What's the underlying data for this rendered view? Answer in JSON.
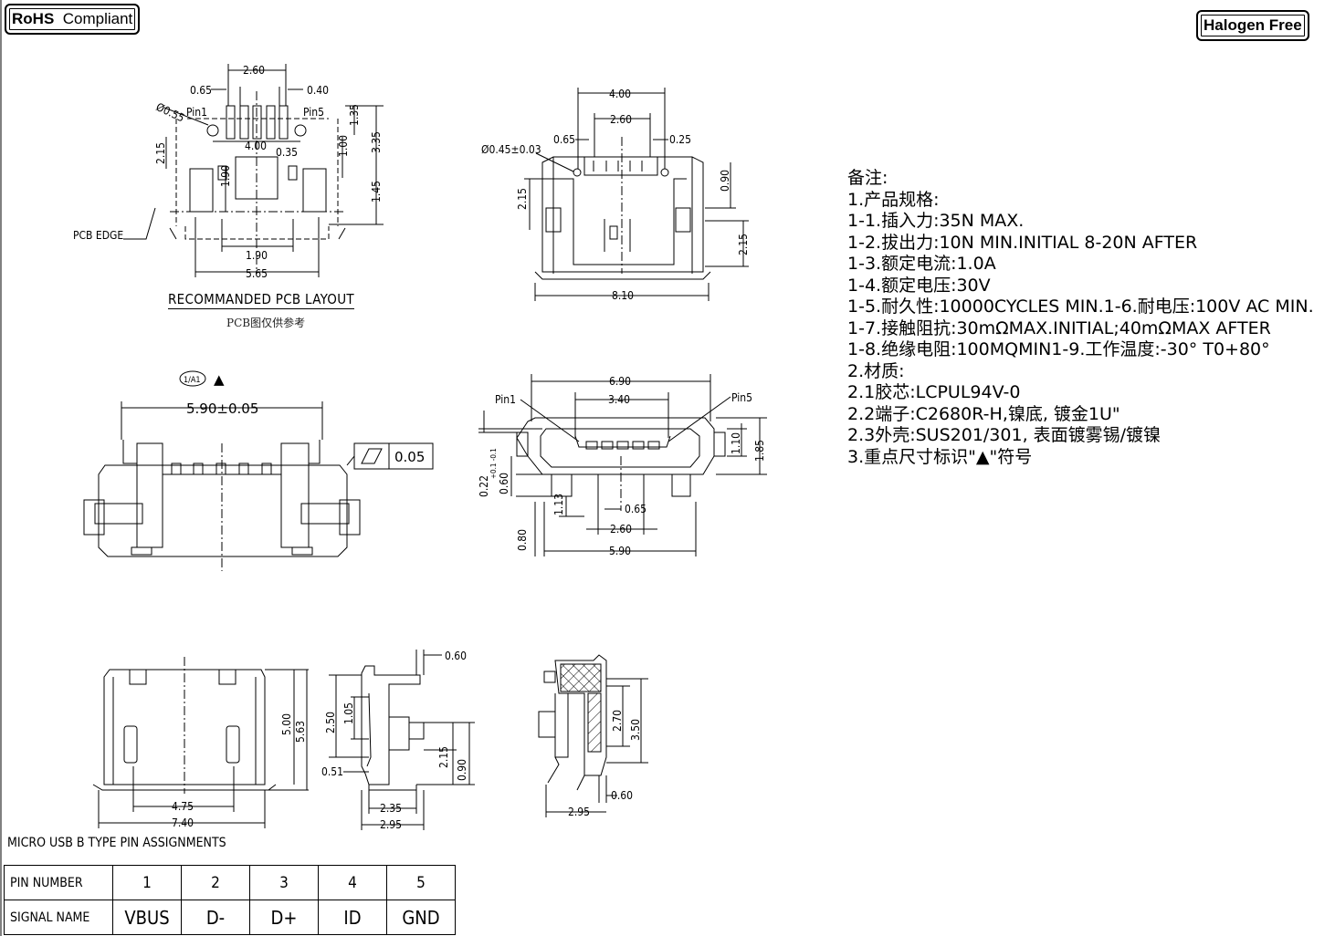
{
  "badges": {
    "rohs_bold": "RoHS",
    "rohs_light": "Compliant",
    "halogen": "Halogen Free"
  },
  "pcb_layout": {
    "title": "RECOMMANDED PCB LAYOUT",
    "subtitle": "PCB图仅供参考",
    "pcb_edge": "PCB EDGE",
    "pin1": "Pin1",
    "pin5": "Pin5",
    "dims": {
      "d260": "2.60",
      "d065": "0.65",
      "d040": "0.40",
      "d055": "Ø0.55",
      "d400": "4.00",
      "d035": "0.35",
      "d135": "1.35",
      "d335": "3.35",
      "d100": "1.00",
      "d215": "2.15",
      "d190a": "1.90",
      "d145": "1.45",
      "d190b": "1.90",
      "d565": "5.65"
    }
  },
  "front_view": {
    "dims": {
      "d400": "4.00",
      "d260": "2.60",
      "d065": "0.65",
      "d025": "0.25",
      "d045": "Ø0.45±0.03",
      "d215a": "2.15",
      "d090": "0.90",
      "d215b": "2.15",
      "d810": "8.10"
    }
  },
  "flatness": {
    "rev": "1/A1",
    "symbol": "▲",
    "width": "5.90±0.05",
    "tolerance": "0.05"
  },
  "mating_face": {
    "pin1": "Pin1",
    "pin5": "Pin5",
    "dims": {
      "d690": "6.90",
      "d340": "3.40",
      "d110": "1.10",
      "d185": "1.85",
      "d022": "0.22",
      "d022tol": "+0.1 -0.1",
      "d060": "0.60",
      "d113": "1.13",
      "d065": "0.65",
      "d260": "2.60",
      "d080": "0.80",
      "d590": "5.90"
    }
  },
  "bottom_view": {
    "dims": {
      "d500": "5.00",
      "d563": "5.63",
      "d475": "4.75",
      "d740": "7.40"
    }
  },
  "side_view": {
    "dims": {
      "d060": "0.60",
      "d105": "1.05",
      "d250": "2.50",
      "d215": "2.15",
      "d090": "0.90",
      "d051": "0.51",
      "d235": "2.35",
      "d295": "2.95"
    }
  },
  "section_view": {
    "dims": {
      "d270": "2.70",
      "d350": "3.50",
      "d060": "0.60",
      "d295": "2.95"
    }
  },
  "notes": [
    "备注:",
    "1.产品规格:",
    "1-1.插入力:35N MAX.",
    "1-2.拔出力:10N MIN.INITIAL 8-20N AFTER",
    "1-3.额定电流:1.0A",
    "1-4.额定电压:30V",
    "1-5.耐久性:10000CYCLES MIN.1-6.耐电压:100V AC MIN.",
    "1-7.接触阻抗:30mΩMAX.INITIAL;40mΩMAX AFTER",
    "1-8.绝缘电阻:100MQMIN1-9.工作温度:-30° T0+80°",
    "2.材质:",
    "2.1胶芯:LCPUL94V-0",
    "2.2端子:C2680R-H,镍底, 镀金1U\"",
    "2.3外壳:SUS201/301, 表面镀雾锡/镀镍",
    "3.重点尺寸标识\"▲\"符号"
  ],
  "pin_table": {
    "title": "MICRO USB B TYPE PIN ASSIGNMENTS",
    "row1_label": "PIN NUMBER",
    "row2_label": "SIGNAL NAME",
    "pins": [
      {
        "number": "1",
        "signal": "VBUS"
      },
      {
        "number": "2",
        "signal": "D-"
      },
      {
        "number": "3",
        "signal": "D+"
      },
      {
        "number": "4",
        "signal": "ID"
      },
      {
        "number": "5",
        "signal": "GND"
      }
    ]
  }
}
